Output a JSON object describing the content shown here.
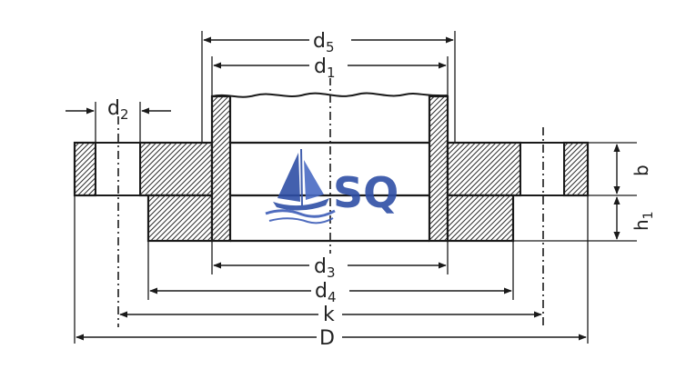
{
  "diagram": {
    "labels": {
      "d5": {
        "base": "d",
        "sub": "5"
      },
      "d1": {
        "base": "d",
        "sub": "1"
      },
      "d2": {
        "base": "d",
        "sub": "2"
      },
      "d3": {
        "base": "d",
        "sub": "3"
      },
      "d4": {
        "base": "d",
        "sub": "4"
      },
      "k": {
        "base": "k"
      },
      "D": {
        "base": "D"
      },
      "b": {
        "base": "b"
      },
      "h1": {
        "base": "h",
        "sub": "1"
      }
    },
    "colors": {
      "line": "#1a1a1a",
      "hatch": "#2a2a2a",
      "logo": "#2f4fa6"
    }
  },
  "logo": {
    "text": "SQ",
    "icon": "sailboat-icon"
  }
}
